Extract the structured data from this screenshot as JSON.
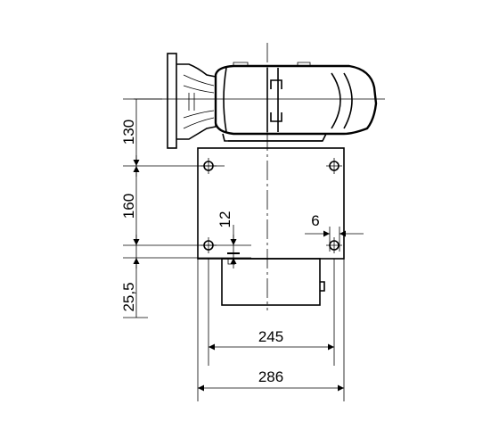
{
  "dimensions": {
    "top_height": "130",
    "mid_height": "160",
    "bottom_height": "25,5",
    "hole_offset_vertical": "12",
    "hole_offset_horizontal": "6",
    "inner_width": "245",
    "outer_width": "286"
  },
  "colors": {
    "ink": "#000000",
    "background": "#ffffff"
  }
}
